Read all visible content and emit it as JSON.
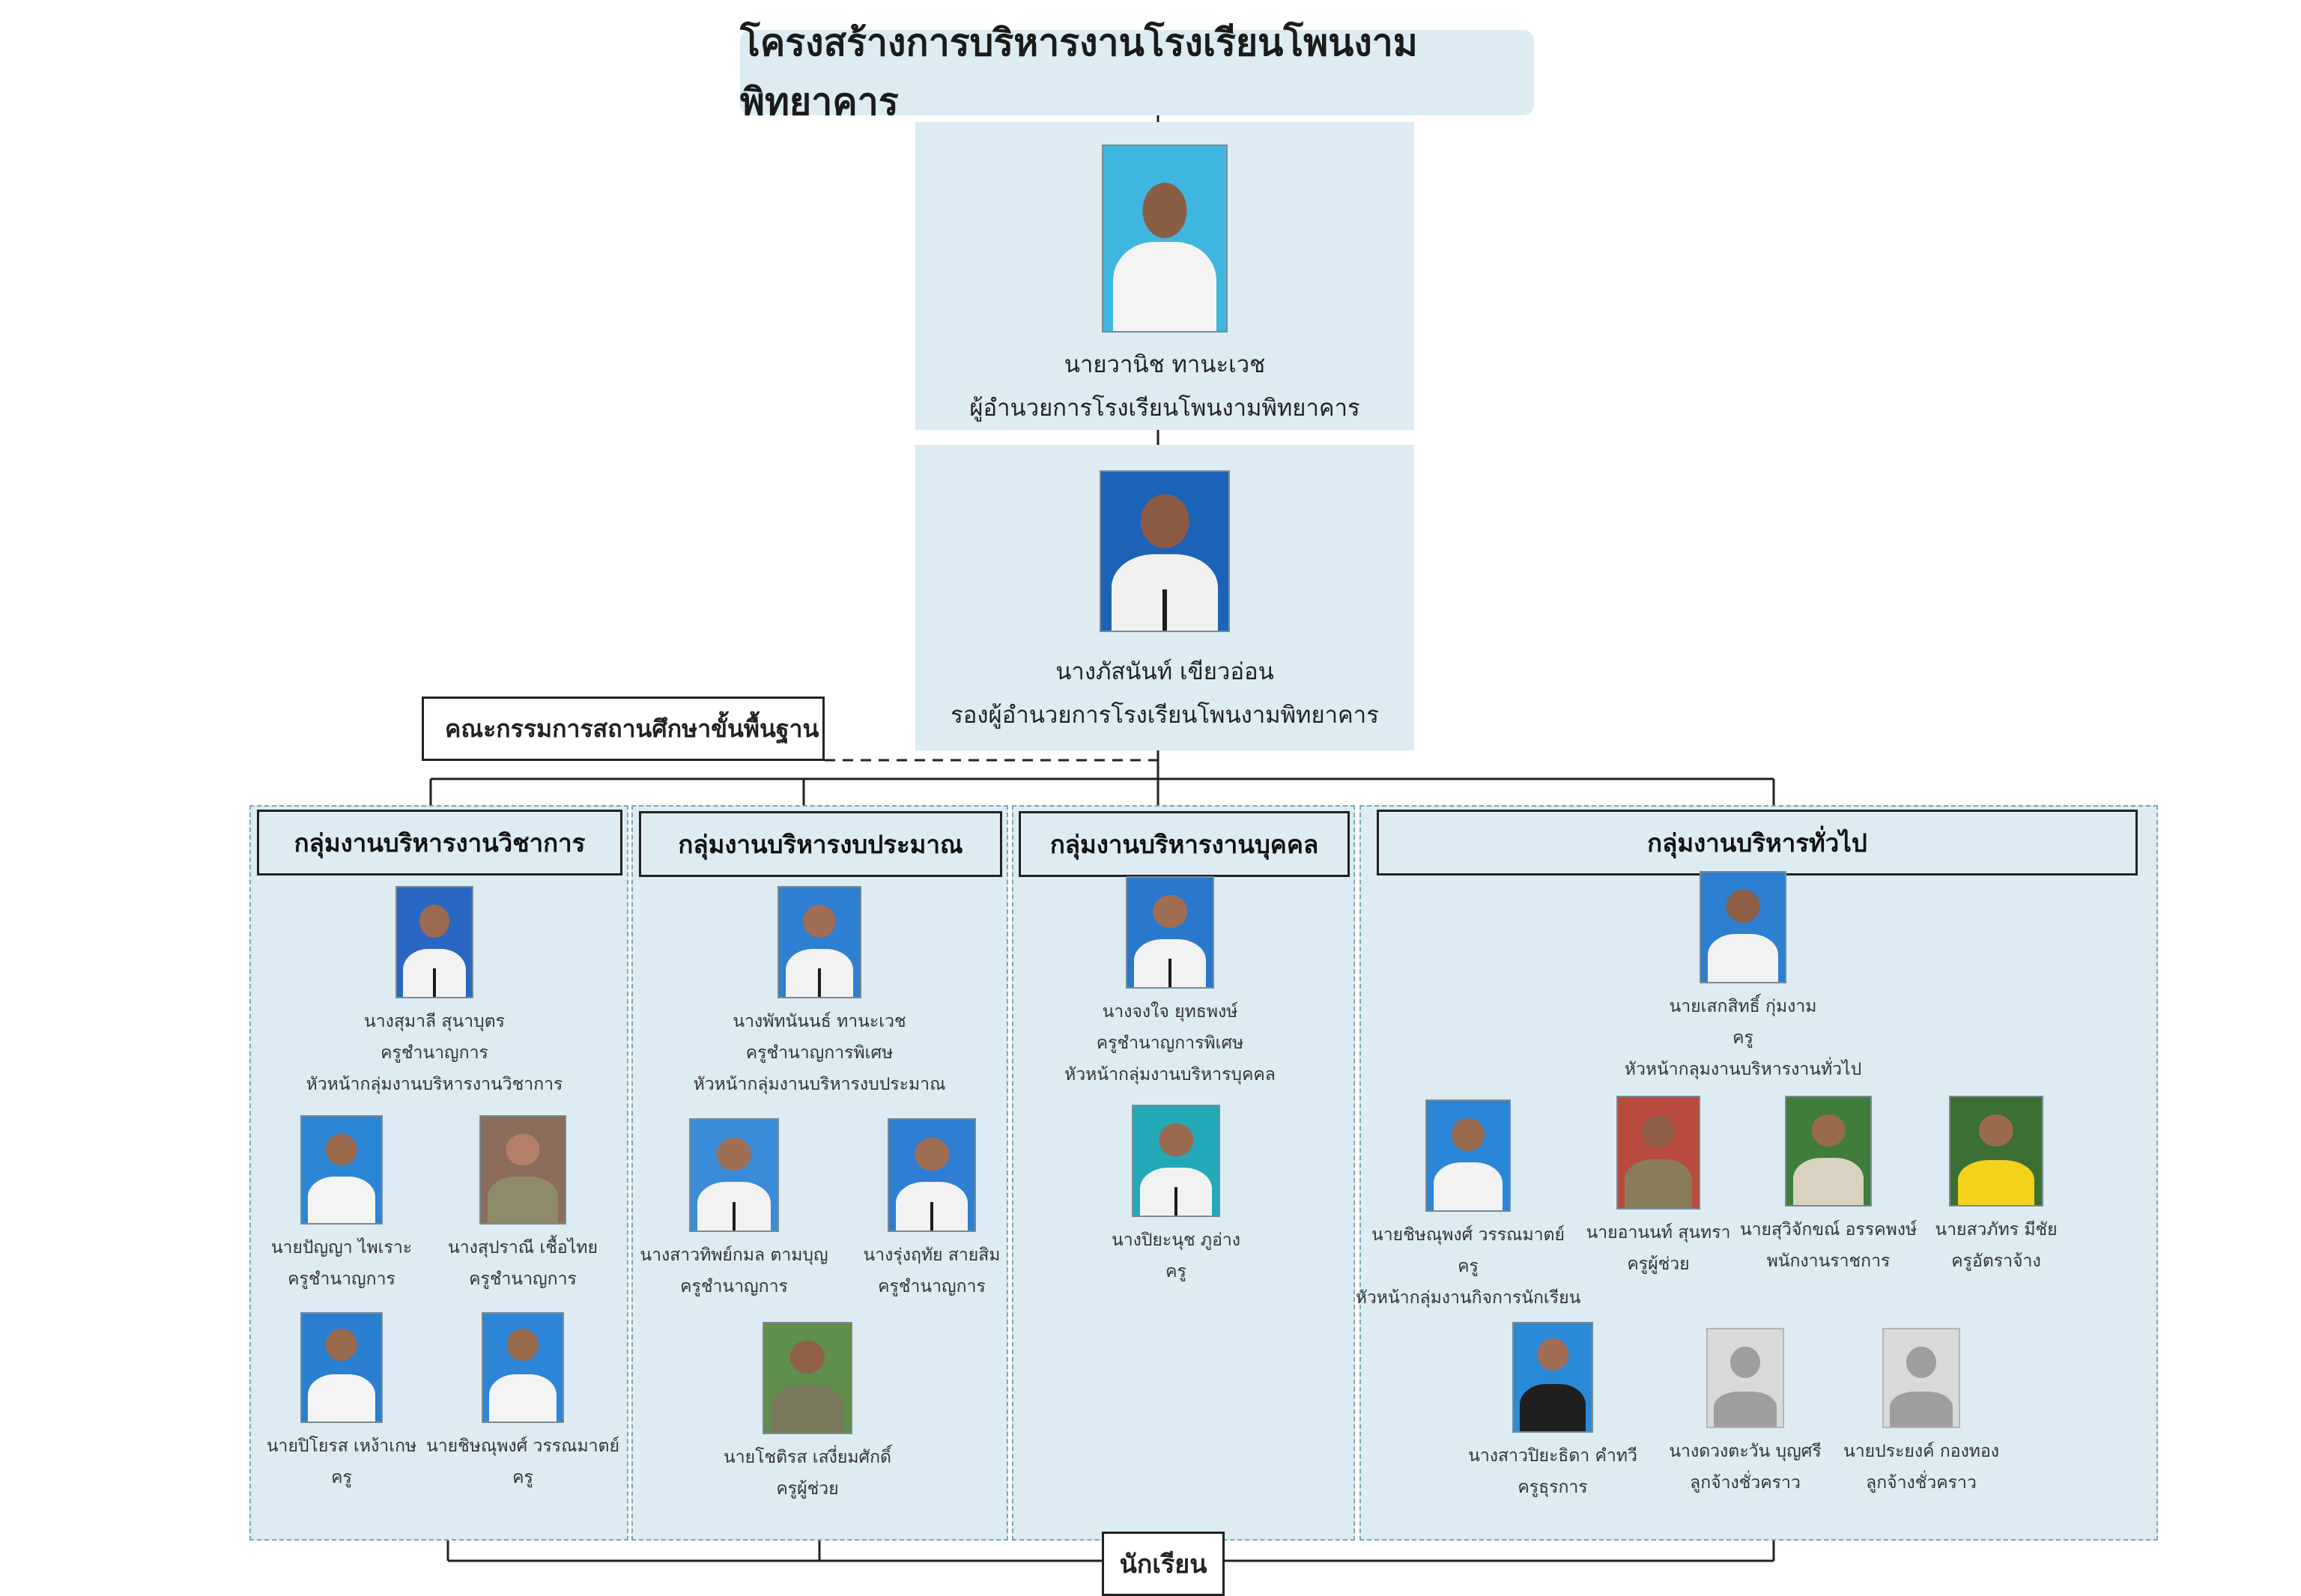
{
  "title": "โครงสร้างการบริหารงานโรงเรียนโพนงามพิทยาคาร",
  "director": {
    "name": "นายวานิช ทานะเวช",
    "position": "ผู้อำนวยการโรงเรียนโพนงามพิทยาคาร"
  },
  "deputy": {
    "name": "นางภัสนันท์ เขียวอ่อน",
    "position": "รองผู้อำนวยการโรงเรียนโพนงามพิทยาคาร"
  },
  "committee": "คณะกรรมการสถานศึกษาขั้นพื้นฐาน",
  "students": "นักเรียน",
  "groups": [
    {
      "title": "กลุ่มงานบริหารงานวิชาการ",
      "head": {
        "name": "นางสุมาลี สุนาบุตร",
        "rank": "ครูชำนาญการ",
        "role": "หัวหน้ากลุ่มงานบริหารงานวิชาการ"
      },
      "members": [
        {
          "name": "นายปัญญา ไพเราะ",
          "rank": "ครูชำนาญการ"
        },
        {
          "name": "นางสุปราณี เชื้อไทย",
          "rank": "ครูชำนาญการ"
        },
        {
          "name": "นายปิโยรส เหง้าเกษ",
          "rank": "ครู"
        },
        {
          "name": "นายชิษณุพงศ์ วรรณมาตย์",
          "rank": "ครู"
        }
      ]
    },
    {
      "title": "กลุ่มงานบริหารงบประมาณ",
      "head": {
        "name": "นางพัทนันนธ์ ทานะเวช",
        "rank": "ครูชำนาญการพิเศษ",
        "role": "หัวหน้ากลุ่มงานบริหารงบประมาณ"
      },
      "members": [
        {
          "name": "นางสาวทิพย์กมล ตามบุญ",
          "rank": "ครูชำนาญการ"
        },
        {
          "name": "นางรุ่งฤทัย สายสิม",
          "rank": "ครูชำนาญการ"
        },
        {
          "name": "นายโชติรส เสงี่ยมศักดิ์",
          "rank": "ครูผู้ช่วย"
        }
      ]
    },
    {
      "title": "กลุ่มงานบริหารงานบุคคล",
      "head": {
        "name": "นางจงใจ ยุทธพงษ์",
        "rank": "ครูชำนาญการพิเศษ",
        "role": "หัวหน้ากลุ่มงานบริหารบุคคล"
      },
      "members": [
        {
          "name": "นางปิยะนุช ภูอ่าง",
          "rank": "ครู"
        }
      ]
    },
    {
      "title": "กลุ่มงานบริหารทั่วไป",
      "head": {
        "name": "นายเสกสิทธิ์ กุ่มงาม",
        "rank": "ครู",
        "role": "หัวหน้ากลุมงานบริหารงานทั่วไป"
      },
      "members": [
        {
          "name": "นายชิษณุพงศ์ วรรณมาตย์",
          "rank": "ครู",
          "role": "หัวหน้ากลุ่มงานกิจการนักเรียน"
        },
        {
          "name": "นายอานนท์ สุนทรา",
          "rank": "ครูผู้ช่วย"
        },
        {
          "name": "นายสุวิจักขณ์ อรรคพงษ์",
          "rank": "พนักงานราชการ"
        },
        {
          "name": "นายสวภัทร มีชัย",
          "rank": "ครูอัตราจ้าง"
        },
        {
          "name": "นางสาวปิยะธิดา คำทวี",
          "rank": "ครูธุรการ"
        },
        {
          "name": "นางดวงตะวัน บุญศรี",
          "rank": "ลูกจ้างชั่วคราว"
        },
        {
          "name": "นายประยงค์ กองทอง",
          "rank": "ลูกจ้างชั่วคราว"
        }
      ]
    }
  ]
}
